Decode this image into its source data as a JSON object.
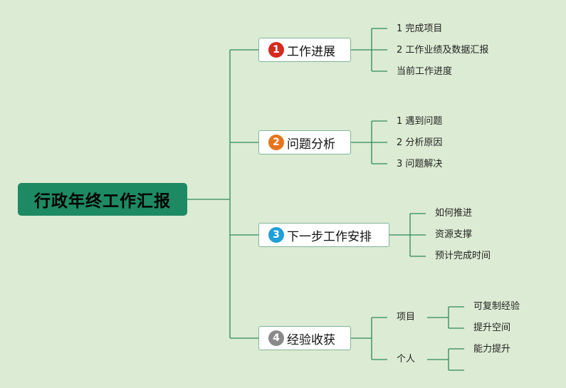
{
  "root": {
    "label": "行政年终工作汇报"
  },
  "branches": [
    {
      "badge": "1",
      "badge_color": "#d42a1f",
      "label": "工作进展",
      "children": [
        "1 完成项目",
        "2 工作业绩及数据汇报",
        "当前工作进度"
      ]
    },
    {
      "badge": "2",
      "badge_color": "#e8741c",
      "label": "问题分析",
      "children": [
        "1 遇到问题",
        "2 分析原因",
        "3 问题解决"
      ]
    },
    {
      "badge": "3",
      "badge_color": "#1e9fd8",
      "label": "下一步工作安排",
      "children": [
        "如何推进",
        "资源支撑",
        "预计完成时间"
      ]
    },
    {
      "badge": "4",
      "badge_color": "#8a8a8a",
      "label": "经验收获",
      "children": [
        {
          "label": "项目",
          "children": [
            "可复制经验",
            "提升空间"
          ]
        },
        {
          "label": "个人",
          "children": [
            "能力提升"
          ]
        }
      ]
    }
  ],
  "colors": {
    "background": "#dcebd3",
    "root": "#1e8a64",
    "connector": "#2e8a5c"
  }
}
